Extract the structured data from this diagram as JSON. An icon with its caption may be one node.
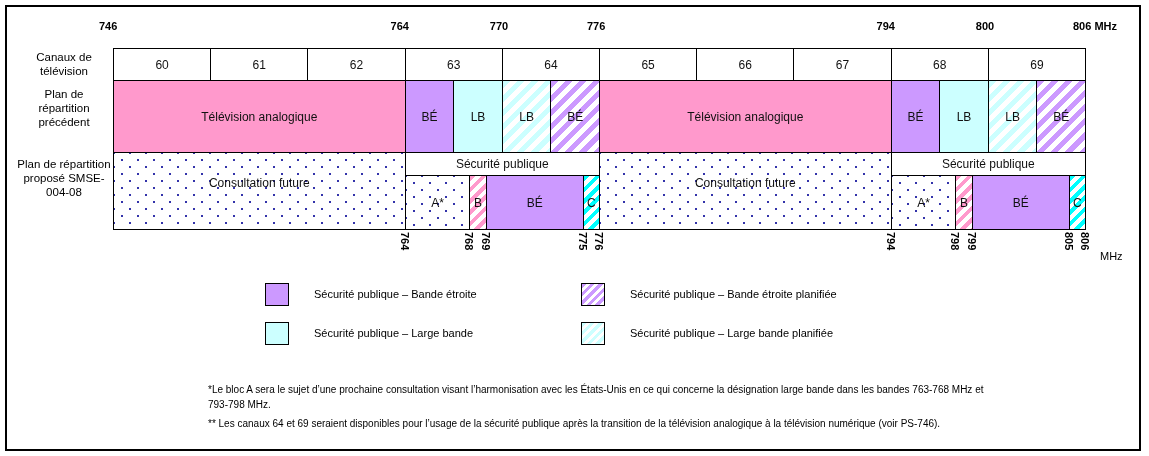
{
  "diagram": {
    "nodes": [
      {
        "text": [
          "60"
        ]
      },
      {
        "text": [
          "61"
        ]
      },
      {
        "text": [
          "62"
        ]
      },
      {
        "text": [
          "63"
        ]
      },
      {
        "text": [
          "64"
        ]
      },
      {
        "text": [
          "65"
        ]
      },
      {
        "text": [
          "66"
        ]
      },
      {
        "text": [
          "67"
        ]
      },
      {
        "text": [
          "68"
        ]
      },
      {
        "text": [
          "69"
        ]
      },
      {
        "text": [
          "Télévision analogique"
        ]
      },
      {
        "text": [
          "BÉ"
        ]
      },
      {
        "text": [
          "LB"
        ]
      },
      {
        "text": [
          "LB"
        ]
      },
      {
        "text": [
          "BÉ"
        ]
      },
      {
        "text": [
          "Télévision analogique"
        ]
      },
      {
        "text": [
          "BÉ"
        ]
      },
      {
        "text": [
          "LB"
        ]
      },
      {
        "text": [
          "LB"
        ]
      },
      {
        "text": [
          "BÉ"
        ]
      },
      {
        "text": [
          "Consultation future"
        ]
      },
      {
        "text": [
          "Sécurité publique"
        ]
      },
      {
        "text": [
          "A*"
        ]
      },
      {
        "text": [
          "B"
        ]
      },
      {
        "text": [
          "BÉ"
        ]
      },
      {
        "text": [
          "C"
        ]
      },
      {
        "text": [
          "Consultation future"
        ]
      },
      {
        "text": [
          "Sécurité publique"
        ]
      },
      {
        "text": [
          "A*"
        ]
      },
      {
        "text": [
          "B"
        ]
      },
      {
        "text": [
          "BÉ"
        ]
      },
      {
        "text": [
          "C"
        ]
      }
    ],
    "labels": [
      "746",
      "764",
      "770",
      "776",
      "794",
      "800",
      "806 MHz",
      "Canaux de télévision",
      "Plan de répartition précédent",
      "Plan de répartition proposé SMSE-004-08",
      "764",
      "768",
      "769",
      "775",
      "776",
      "794",
      "798",
      "799",
      "805",
      "806",
      "MHz",
      "*Le bloc A sera le sujet d’une prochaine consultation visant l’harmonisation avec les États-Unis en ce qui concerne la désignation large bande dans les bandes 763-768 MHz et 793-798 MHz.",
      "** Les canaux 64 et 69 seraient disponibles pour l’usage de la sécurité publique après la transition de la télévision analogique à la télévision numérique (voir PS-746)."
    ],
    "legend": [
      {
        "text": "Sécurité publique – Bande étroite",
        "color": "#cc99ff"
      },
      {
        "text": "Sécurité publique – Bande étroite planifiée"
      },
      {
        "text": "Sécurité publique – Large bande",
        "color": "#ccffff"
      },
      {
        "text": "Sécurité publique – Large bande planifiée"
      }
    ]
  }
}
